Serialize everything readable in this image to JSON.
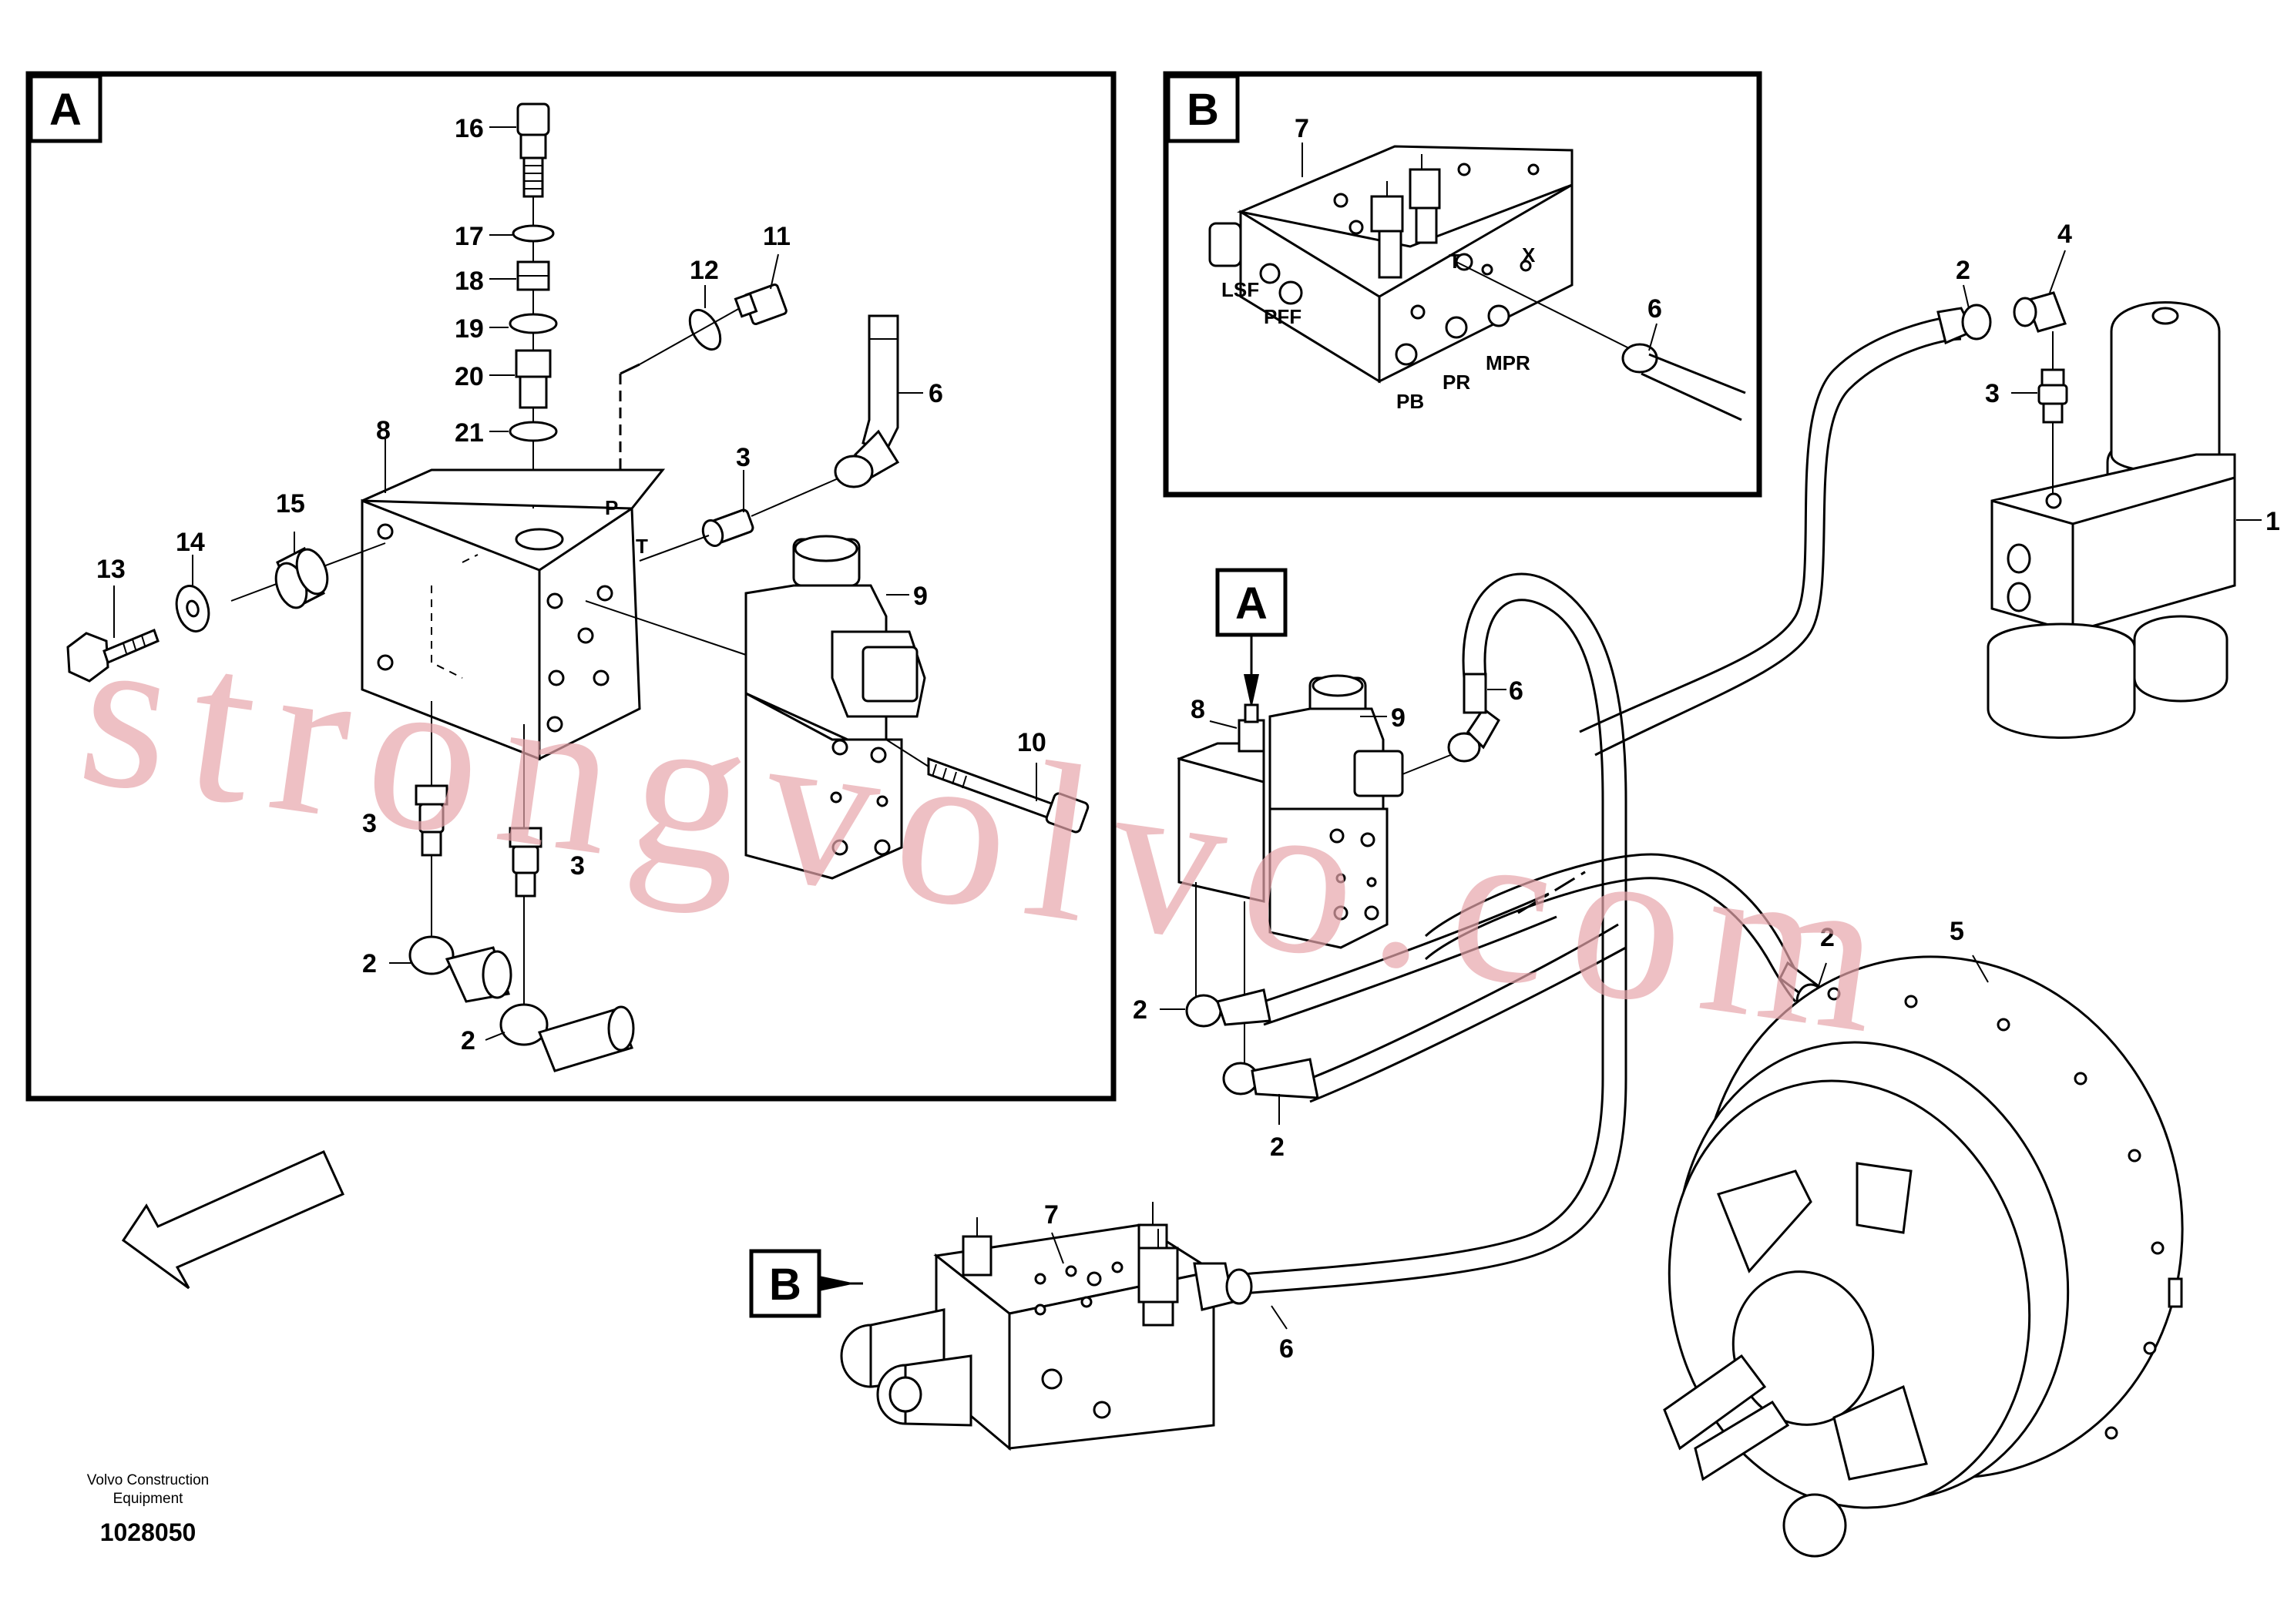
{
  "detail_tags": {
    "a": "A",
    "b": "B"
  },
  "callouts": {
    "c1": "1",
    "c2": "2",
    "c3": "3",
    "c4": "4",
    "c5": "5",
    "c6": "6",
    "c7": "7",
    "c8": "8",
    "c9": "9",
    "c10": "10",
    "c11": "11",
    "c12": "12",
    "c13": "13",
    "c14": "14",
    "c15": "15",
    "c16": "16",
    "c17": "17",
    "c18": "18",
    "c19": "19",
    "c20": "20",
    "c21": "21"
  },
  "port_labels": {
    "p": "P",
    "t": "T",
    "x": "X",
    "lsf": "LSF",
    "pff": "PFF",
    "pb": "PB",
    "pr": "PR",
    "mpr": "MPR"
  },
  "footer": {
    "maker_line1": "Volvo Construction",
    "maker_line2": "Equipment",
    "doc_number": "1028050"
  },
  "watermark": "strongvolvo.com",
  "colors": {
    "line": "#000000",
    "background": "#ffffff",
    "watermark": "#e7a6ac"
  }
}
